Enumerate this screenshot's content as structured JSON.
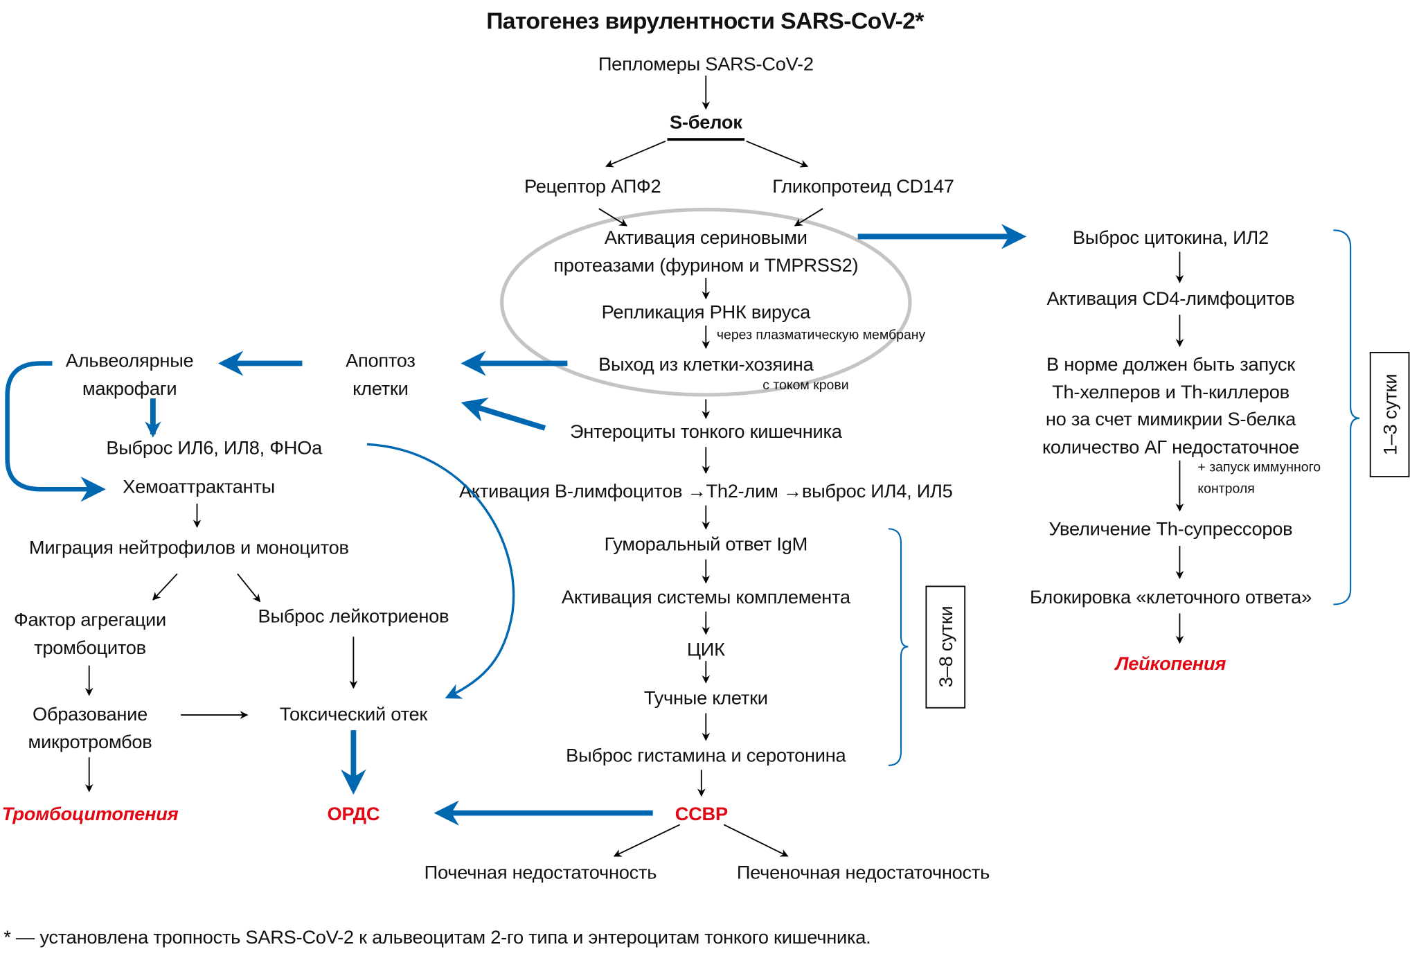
{
  "title": "Патогенез вирулентности SARS-CoV-2*",
  "colors": {
    "arrow_blue": "#0067b1",
    "outcome_red": "#e30613",
    "cell_ellipse_gray": "#c4c4c4",
    "text": "#111111"
  },
  "center": {
    "peplomers": "Пепломеры SARS-CoV-2",
    "s_protein": "S-белок",
    "receptor_ace2": "Рецептор АПФ2",
    "glycoprotein_cd147": "Гликопротеид CD147",
    "activation_line1": "Активация сериновыми",
    "activation_line2": "протеазами (фурином и TMPRSS2)",
    "rna_replication": "Репликация РНК вируса",
    "via_membrane_note": "через плазматическую мембрану",
    "host_cell_exit": "Выход из клетки-хозяина",
    "bloodstream_note": "с током крови",
    "enterocytes": "Энтероциты тонкого кишечника",
    "b_lymph_activation": "Активация В-лимфоцитов →Th2-лим →выброс ИЛ4, ИЛ5",
    "humoral_igm": "Гуморальный ответ IgM",
    "complement": "Активация системы комплемента",
    "cic": "ЦИК",
    "mast_cells": "Тучные клетки",
    "histamine_serotonin": "Выброс гистамина и серотонина",
    "sirs": "ССВР",
    "renal_failure": "Почечная недостаточность",
    "hepatic_failure": "Печеночная недостаточность",
    "period_label": "3–8 сутки"
  },
  "right": {
    "cytokine_release": "Выброс цитокина, ИЛ2",
    "cd4_activation": "Активация CD4-лимфоцитов",
    "normal_line1": "В норме должен быть запуск",
    "normal_line2": "Th-хелперов и Th-киллеров",
    "normal_line3": "но за счет мимикрии S-белка",
    "normal_line4": "количество АГ недостаточное",
    "immune_note_line1": "+ запуск иммунного",
    "immune_note_line2": "контроля",
    "th_suppressors": "Увеличение Th-супрессоров",
    "cell_response_block": "Блокировка «клеточного ответа»",
    "leukopenia": "Лейкопения",
    "period_label": "1–3 сутки"
  },
  "left": {
    "alveolar_line1": "Альвеолярные",
    "alveolar_line2": "макрофаги",
    "apoptosis_line1": "Апоптоз",
    "apoptosis_line2": "клетки",
    "il_release": "Выброс ИЛ6, ИЛ8, ФНОа",
    "chemoattractants": "Хемоаттрактанты",
    "migration": "Миграция нейтрофилов и моноцитов",
    "paf_line1": "Фактор агрегации",
    "paf_line2": "тромбоцитов",
    "leukotrienes": "Выброс лейкотриенов",
    "microthrombi_line1": "Образование",
    "microthrombi_line2": "микротромбов",
    "toxic_edema": "Токсический отек",
    "thrombocytopenia": "Тромбоцитопения",
    "ards": "ОРДС"
  },
  "footnote": "* — установлена тропность SARS-CoV-2 к альвеоцитам 2-го типа и энтероцитам тонкого кишечника."
}
